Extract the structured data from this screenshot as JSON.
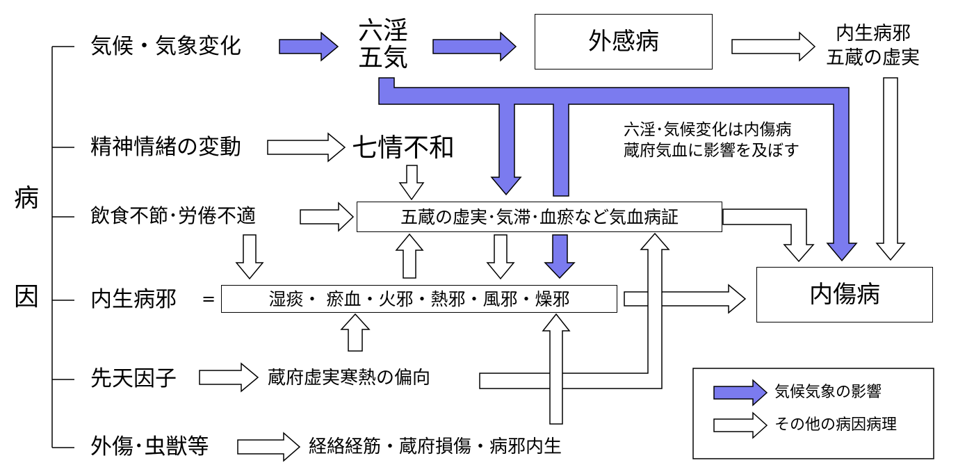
{
  "colors": {
    "climate_arrow_fill": "#7b7bef",
    "other_arrow_fill": "#ffffff",
    "outline": "#000000"
  },
  "cause_label": [
    "病",
    "因"
  ],
  "categories": {
    "climate": "気候・気象変化",
    "emotion": "精神情緒の変動",
    "diet": "飲食不節･労倦不適",
    "internal": "内生病邪",
    "congenital": "先天因子",
    "trauma": "外傷･虫獣等"
  },
  "equals_sign": "=",
  "rokuin": [
    "六淫",
    "五気"
  ],
  "gaikanbyou": "外感病",
  "naisei_gozo": [
    "内生病邪",
    "五蔵の虚実"
  ],
  "shichijou": "七情不和",
  "note": [
    "六淫･気候変化は内傷病",
    "蔵府気血に影響を及ぼす"
  ],
  "gozo_box": "五蔵の虚実･気滞･血瘀など気血病証",
  "internal_box": "湿痰・ 瘀血・火邪・熱邪・風邪・燥邪",
  "naishoubyou": "内傷病",
  "congenital_effect": "蔵府虚実寒熱の偏向",
  "trauma_effect": "経絡経筋・蔵府損傷・病邪内生",
  "legend": {
    "climate": {
      "icon": "blue-arrow-icon",
      "label": "気候気象の影響"
    },
    "other": {
      "icon": "white-arrow-icon",
      "label": "その他の病因病理"
    }
  }
}
